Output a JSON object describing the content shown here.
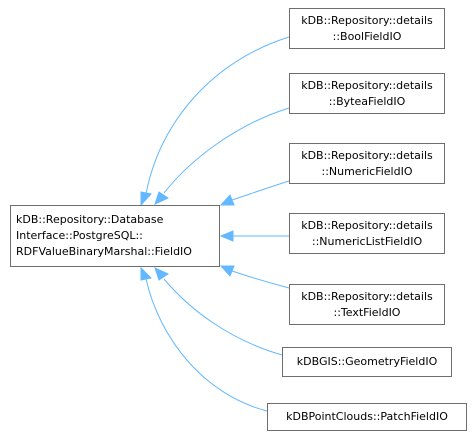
{
  "base": {
    "lines": [
      "kDB::Repository::Database",
      "Interface::PostgreSQL::",
      "RDFValueBinaryMarshal::FieldIO"
    ]
  },
  "derived": [
    {
      "lines": [
        "kDB::Repository::details",
        "::BoolFieldIO"
      ]
    },
    {
      "lines": [
        "kDB::Repository::details",
        "::ByteaFieldIO"
      ]
    },
    {
      "lines": [
        "kDB::Repository::details",
        "::NumericFieldIO"
      ]
    },
    {
      "lines": [
        "kDB::Repository::details",
        "::NumericListFieldIO"
      ]
    },
    {
      "lines": [
        "kDB::Repository::details",
        "::TextFieldIO"
      ]
    },
    {
      "lines": [
        "kDBGIS::GeometryFieldIO"
      ]
    },
    {
      "lines": [
        "kDBPointClouds::PatchFieldIO"
      ]
    }
  ],
  "colors": {
    "edge": "#63b8ff",
    "node_border": "#6e6e6e"
  }
}
